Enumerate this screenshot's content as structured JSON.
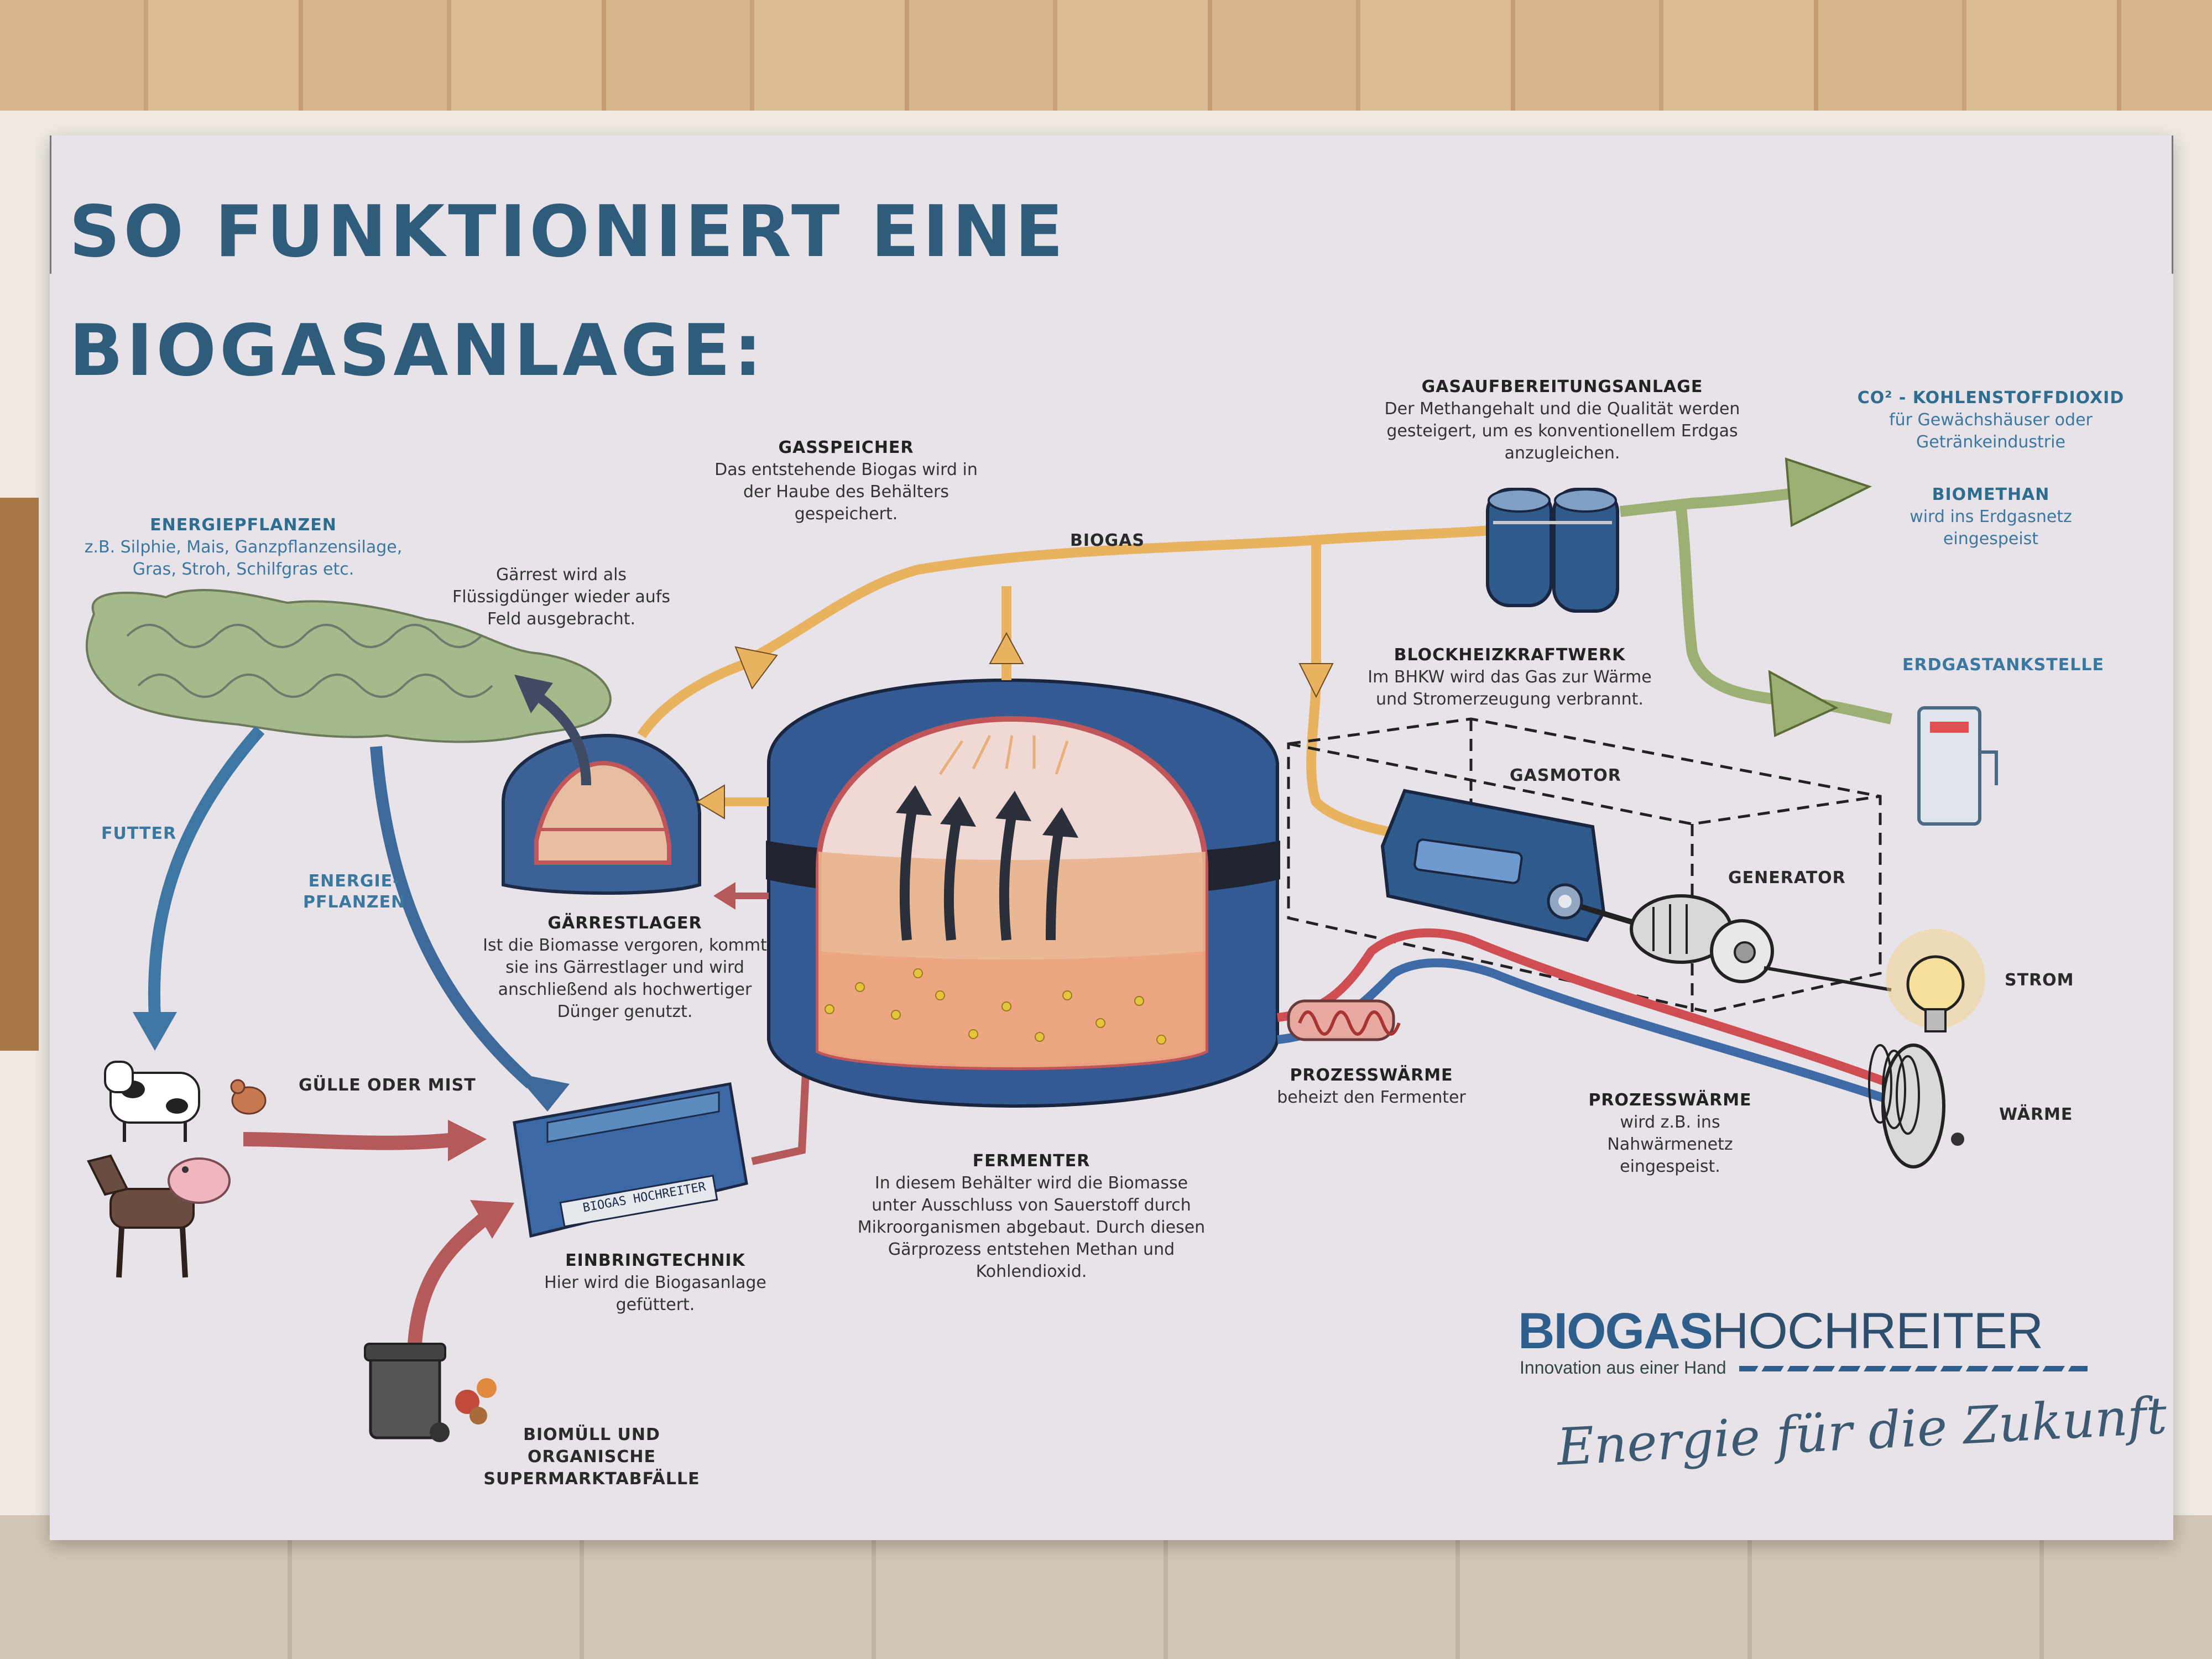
{
  "title_line1": "SO FUNKTIONIERT EINE",
  "title_line2": "BIOGASANLAGE:",
  "labels": {
    "energiepflanzen_title": "ENERGIEPFLANZEN",
    "energiepflanzen_text": "z.B. Silphie, Mais, Ganzpflanzensilage, Gras, Stroh, Schilfgras etc.",
    "gaerrest_text": "Gärrest wird als Flüssigdünger wieder aufs Feld ausgebracht.",
    "gasspeicher_title": "GASSPEICHER",
    "gasspeicher_text": "Das entstehende Biogas wird in der Haube des Behälters gespeichert.",
    "biogas": "BIOGAS",
    "gasaufbereitung_title": "GASAUFBEREITUNGSANLAGE",
    "gasaufbereitung_text": "Der Methangehalt und die Qualität werden gesteigert, um es konventionellem Erdgas anzugleichen.",
    "co2_title": "CO² - KOHLENSTOFFDIOXID",
    "co2_text": "für Gewächshäuser oder Getränkeindustrie",
    "biomethan_title": "BIOMETHAN",
    "biomethan_text": "wird ins Erdgasnetz eingespeist",
    "erdgastankstelle": "ERDGASTANKSTELLE",
    "bhkw_title": "BLOCKHEIZKRAFTWERK",
    "bhkw_text": "Im BHKW wird das Gas zur Wärme und Stromerzeugung verbrannt.",
    "gasmotor": "GASMOTOR",
    "generator": "GENERATOR",
    "strom": "STROM",
    "waerme": "WÄRME",
    "futter": "FUTTER",
    "energie_pflanzen": "ENERGIE-\nPFLANZEN",
    "gaerrestlager_title": "GÄRRESTLAGER",
    "gaerrestlager_text": "Ist die Biomasse vergoren, kommt sie ins Gärrestlager und wird anschließend als hochwertiger Dünger genutzt.",
    "guelle": "GÜLLE ODER MIST",
    "einbring_title": "EINBRINGTECHNIK",
    "einbring_text": "Hier wird die Biogasanlage gefüttert.",
    "box_label": "BIOGAS HOCHREITER",
    "fermenter_title": "FERMENTER",
    "fermenter_text": "In diesem Behälter wird die Biomasse unter Ausschluss von Sauerstoff durch Mikroorganismen abgebaut. Durch diesen Gärprozess entstehen Methan und Kohlendioxid.",
    "prozess1_title": "PROZESSWÄRME",
    "prozess1_text": "beheizt den Fermenter",
    "prozess2_title": "PROZESSWÄRME",
    "prozess2_text": "wird z.B. ins Nahwärmenetz eingespeist.",
    "biomuell": "BIOMÜLL UND ORGANISCHE SUPERMARKTABFÄLLE"
  },
  "logo": {
    "bold": "BIOGAS",
    "rest": "HOCHREITER",
    "sub": "Innovation aus einer Hand",
    "slogan": "Energie für die Zukunft"
  },
  "colors": {
    "title_blue": "#2e5c7a",
    "tank_blue": "#2f5b8c",
    "gas_orange": "#e9b25e",
    "heat_red": "#c0565a",
    "green_arrow": "#9bb072"
  }
}
